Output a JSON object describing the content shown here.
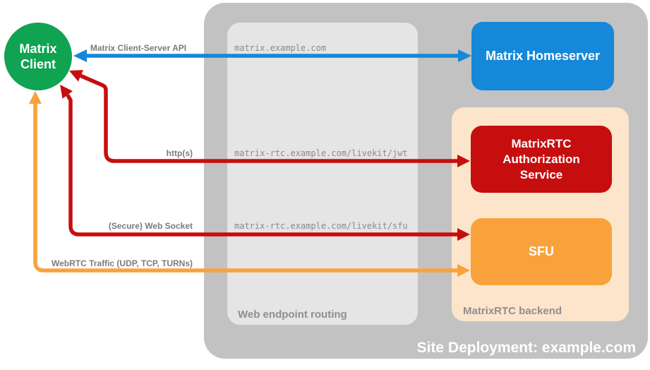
{
  "diagram": {
    "title": "Site Deployment: example.com",
    "client": {
      "line1": "Matrix",
      "line2": "Client"
    },
    "nodes": {
      "homeserver": "Matrix Homeserver",
      "auth_service": "MatrixRTC Authorization Service",
      "sfu": "SFU"
    },
    "containers": {
      "routing": "Web endpoint routing",
      "backend": "MatrixRTC backend"
    },
    "endpoints": {
      "homeserver": "matrix.example.com",
      "jwt": "matrix-rtc.example.com/livekit/jwt",
      "sfu": "matrix-rtc.example.com/livekit/sfu"
    },
    "edges": {
      "client_server_api": "Matrix Client-Server API",
      "http": "http(s)",
      "websocket": "(Secure) Web Socket",
      "webrtc": "WebRTC Traffic (UDP, TCP, TURNs)"
    },
    "colors": {
      "client_green": "#10a351",
      "homeserver_blue": "#1588d9",
      "auth_red": "#c60e0f",
      "sfu_orange": "#f9a23b",
      "backend_peach": "#fce5ca",
      "outer_gray": "#c2c2c2",
      "routing_gray": "#e5e5e5",
      "label_gray": "#7b7b7b"
    }
  }
}
